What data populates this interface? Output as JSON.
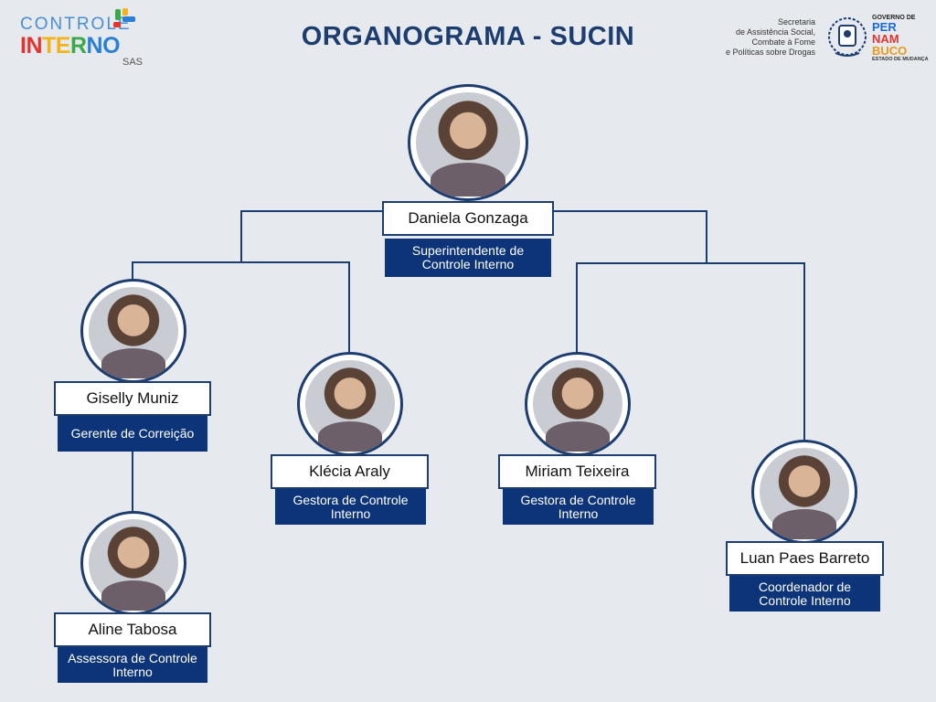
{
  "header": {
    "title": "ORGANOGRAMA - SUCIN",
    "logo_left": {
      "line1": "CONTROLE",
      "line2": "INTERNO",
      "line3": "SAS"
    },
    "logo_right": {
      "secretaria": [
        "Secretaria",
        "de Assistência Social,",
        "Combate à Fome",
        "e Políticas sobre Drogas"
      ],
      "governo": "GOVERNO DE",
      "per": "PER",
      "nam": "NAM",
      "buco": "BUCO",
      "estado": "ESTADO DE MUDANÇA"
    }
  },
  "colors": {
    "navy": "#0d3478",
    "title": "#1c3d6e",
    "background": "#e6e9ee"
  },
  "people": [
    {
      "name": "Daniela Gonzaga",
      "role": "Superintendente de Controle Interno"
    },
    {
      "name": "Giselly Muniz",
      "role": "Gerente de Correição"
    },
    {
      "name": "Klécia Araly",
      "role": "Gestora de Controle Interno"
    },
    {
      "name": "Miriam Teixeira",
      "role": "Gestora de Controle Interno"
    },
    {
      "name": "Luan Paes Barreto",
      "role": "Coordenador de Controle Interno"
    },
    {
      "name": "Aline Tabosa",
      "role": "Assessora de Controle Interno"
    }
  ]
}
